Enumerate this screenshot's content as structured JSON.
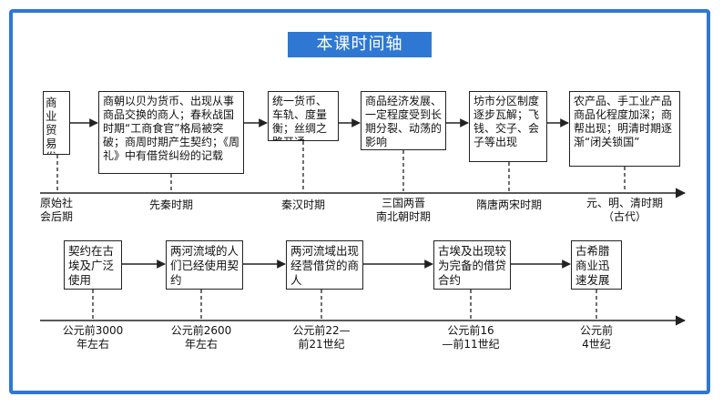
{
  "title": "本课时间轴",
  "row1": {
    "boxes": [
      {
        "id": "r1b1",
        "text": "商业贸易发展起来"
      },
      {
        "id": "r1b2",
        "text": "商朝以贝为货币、出现从事商品交换的商人；春秋战国时期“工商食官”格局被突破；商周时期产生契约；《周礼》中有借贷纠纷的记载"
      },
      {
        "id": "r1b3",
        "text": "统一货币、车轨、度量衡；丝绸之路开通"
      },
      {
        "id": "r1b4",
        "text": "商品经济发展、一定程度受到长期分裂、动荡的影响"
      },
      {
        "id": "r1b5",
        "text": "坊市分区制度逐步瓦解；飞钱、交子、会子等出现"
      },
      {
        "id": "r1b6",
        "text": "农产品、手工业产品商品化程度加深；商帮出现；明清时期逐渐“闭关锁国”"
      }
    ],
    "labels": [
      {
        "id": "r1l1",
        "lines": [
          "原始社",
          "会后期"
        ]
      },
      {
        "id": "r1l2",
        "lines": [
          "先秦时期"
        ]
      },
      {
        "id": "r1l3",
        "lines": [
          "秦汉时期"
        ]
      },
      {
        "id": "r1l4",
        "lines": [
          "三国两晋",
          "南北朝时期"
        ]
      },
      {
        "id": "r1l5",
        "lines": [
          "隋唐两宋时期"
        ]
      },
      {
        "id": "r1l6",
        "lines": [
          "元、明、清时期",
          "（古代）"
        ]
      }
    ]
  },
  "row2": {
    "boxes": [
      {
        "id": "r2b1",
        "text": "契约在古埃及广泛使用"
      },
      {
        "id": "r2b2",
        "text": "两河流域的人们已经使用契约"
      },
      {
        "id": "r2b3",
        "text": "两河流域出现经营借贷的商人"
      },
      {
        "id": "r2b4",
        "text": "古埃及出现较为完备的借贷合约"
      },
      {
        "id": "r2b5",
        "text": "古希腊商业迅速发展"
      }
    ],
    "labels": [
      {
        "id": "r2l1",
        "lines": [
          "公元前3000",
          "年左右"
        ]
      },
      {
        "id": "r2l2",
        "lines": [
          "公元前2600",
          "年左右"
        ]
      },
      {
        "id": "r2l3",
        "lines": [
          "公元前22—",
          "前21世纪"
        ]
      },
      {
        "id": "r2l4",
        "lines": [
          "公元前16",
          "—前11世纪"
        ]
      },
      {
        "id": "r2l5",
        "lines": [
          "公元前",
          "4世纪"
        ]
      }
    ]
  }
}
